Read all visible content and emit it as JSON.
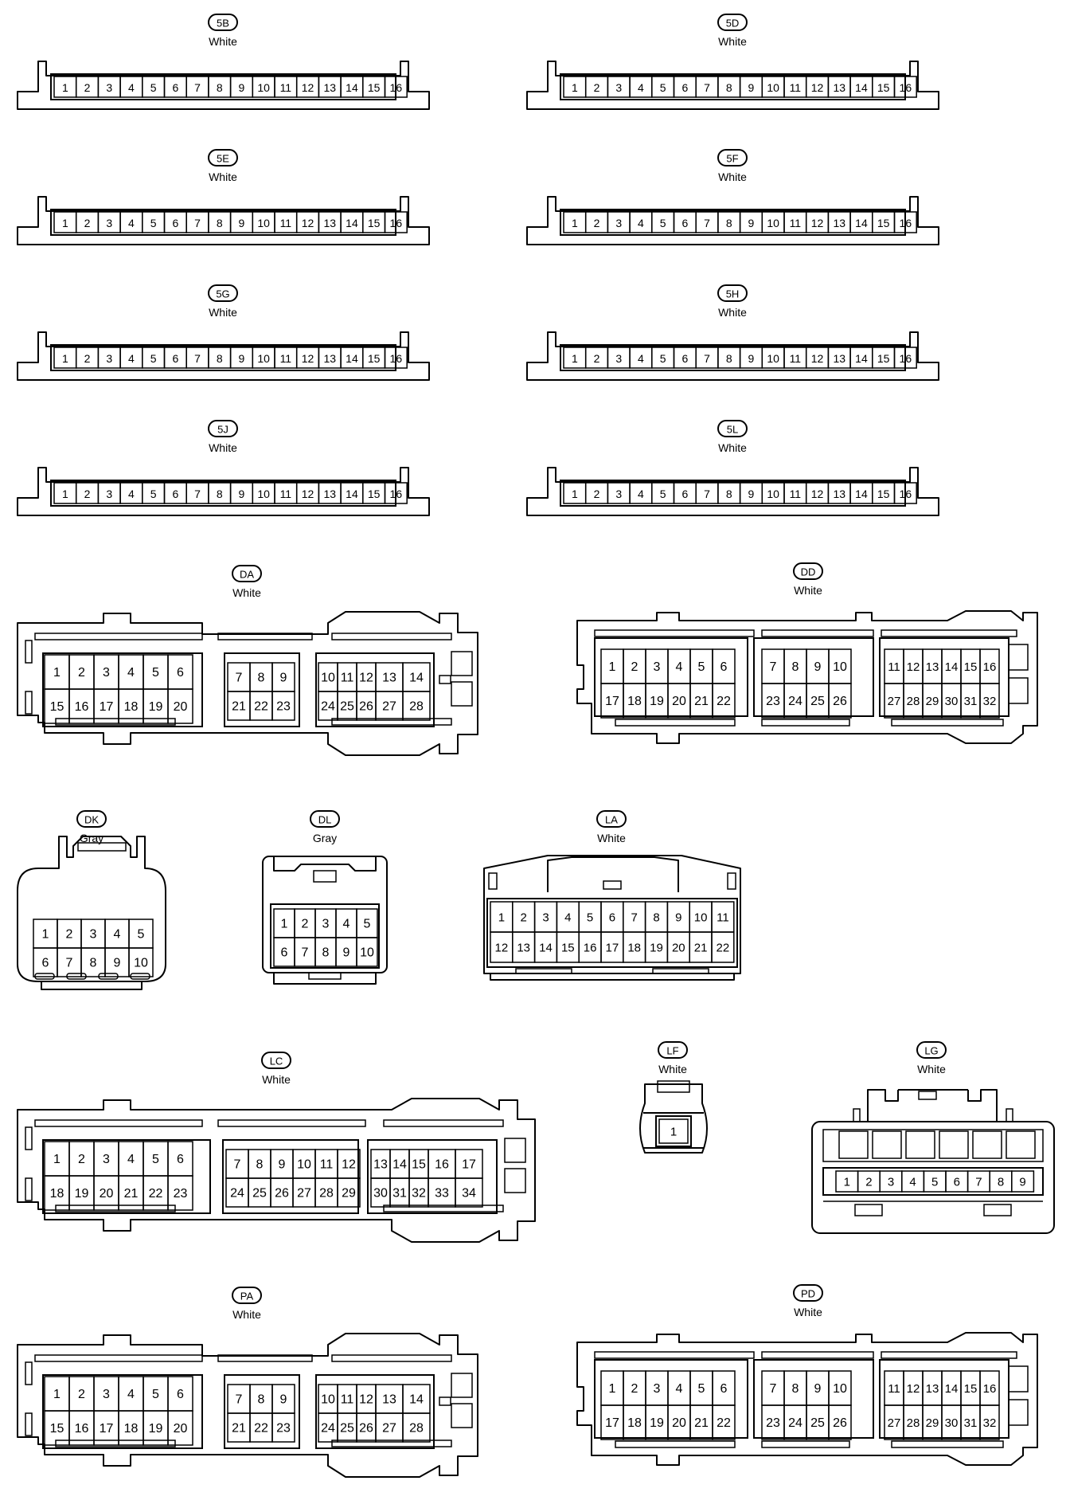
{
  "connectors": [
    {
      "id": "5B",
      "color": "White",
      "pins": [
        [
          "1",
          "2",
          "3",
          "4",
          "5",
          "6",
          "7",
          "8",
          "9",
          "10",
          "11",
          "12",
          "13",
          "14",
          "15",
          "16"
        ]
      ]
    },
    {
      "id": "5D",
      "color": "White",
      "pins": [
        [
          "1",
          "2",
          "3",
          "4",
          "5",
          "6",
          "7",
          "8",
          "9",
          "10",
          "11",
          "12",
          "13",
          "14",
          "15",
          "16"
        ]
      ]
    },
    {
      "id": "5E",
      "color": "White",
      "pins": [
        [
          "1",
          "2",
          "3",
          "4",
          "5",
          "6",
          "7",
          "8",
          "9",
          "10",
          "11",
          "12",
          "13",
          "14",
          "15",
          "16"
        ]
      ]
    },
    {
      "id": "5F",
      "color": "White",
      "pins": [
        [
          "1",
          "2",
          "3",
          "4",
          "5",
          "6",
          "7",
          "8",
          "9",
          "10",
          "11",
          "12",
          "13",
          "14",
          "15",
          "16"
        ]
      ]
    },
    {
      "id": "5G",
      "color": "White",
      "pins": [
        [
          "1",
          "2",
          "3",
          "4",
          "5",
          "6",
          "7",
          "8",
          "9",
          "10",
          "11",
          "12",
          "13",
          "14",
          "15",
          "16"
        ]
      ]
    },
    {
      "id": "5H",
      "color": "White",
      "pins": [
        [
          "1",
          "2",
          "3",
          "4",
          "5",
          "6",
          "7",
          "8",
          "9",
          "10",
          "11",
          "12",
          "13",
          "14",
          "15",
          "16"
        ]
      ]
    },
    {
      "id": "5J",
      "color": "White",
      "pins": [
        [
          "1",
          "2",
          "3",
          "4",
          "5",
          "6",
          "7",
          "8",
          "9",
          "10",
          "11",
          "12",
          "13",
          "14",
          "15",
          "16"
        ]
      ]
    },
    {
      "id": "5L",
      "color": "White",
      "pins": [
        [
          "1",
          "2",
          "3",
          "4",
          "5",
          "6",
          "7",
          "8",
          "9",
          "10",
          "11",
          "12",
          "13",
          "14",
          "15",
          "16"
        ]
      ]
    },
    {
      "id": "DA",
      "color": "White",
      "blocks": [
        [
          [
            "1",
            "2",
            "3",
            "4",
            "5",
            "6"
          ],
          [
            "15",
            "16",
            "17",
            "18",
            "19",
            "20"
          ]
        ],
        [
          [
            "7",
            "8",
            "9"
          ],
          [
            "21",
            "22",
            "23"
          ]
        ],
        [
          [
            "10",
            "11",
            "12",
            "13",
            "14"
          ],
          [
            "24",
            "25",
            "26",
            "27",
            "28"
          ]
        ]
      ]
    },
    {
      "id": "DD",
      "color": "White",
      "blocks": [
        [
          [
            "1",
            "2",
            "3",
            "4",
            "5",
            "6"
          ],
          [
            "17",
            "18",
            "19",
            "20",
            "21",
            "22"
          ]
        ],
        [
          [
            "7",
            "8",
            "9",
            "10"
          ],
          [
            "23",
            "24",
            "25",
            "26"
          ]
        ],
        [
          [
            "11",
            "12",
            "13",
            "14",
            "15",
            "16"
          ],
          [
            "27",
            "28",
            "29",
            "30",
            "31",
            "32"
          ]
        ]
      ]
    },
    {
      "id": "DK",
      "color": "Gray",
      "pins": [
        [
          "1",
          "2",
          "3",
          "4",
          "5"
        ],
        [
          "6",
          "7",
          "8",
          "9",
          "10"
        ]
      ]
    },
    {
      "id": "DL",
      "color": "Gray",
      "pins": [
        [
          "1",
          "2",
          "3",
          "4",
          "5"
        ],
        [
          "6",
          "7",
          "8",
          "9",
          "10"
        ]
      ]
    },
    {
      "id": "LA",
      "color": "White",
      "pins": [
        [
          "1",
          "2",
          "3",
          "4",
          "5",
          "6",
          "7",
          "8",
          "9",
          "10",
          "11"
        ],
        [
          "12",
          "13",
          "14",
          "15",
          "16",
          "17",
          "18",
          "19",
          "20",
          "21",
          "22"
        ]
      ]
    },
    {
      "id": "LC",
      "color": "White",
      "blocks": [
        [
          [
            "1",
            "2",
            "3",
            "4",
            "5",
            "6"
          ],
          [
            "18",
            "19",
            "20",
            "21",
            "22",
            "23"
          ]
        ],
        [
          [
            "7",
            "8",
            "9",
            "10",
            "11",
            "12"
          ],
          [
            "24",
            "25",
            "26",
            "27",
            "28",
            "29"
          ]
        ],
        [
          [
            "13",
            "14",
            "15",
            "16",
            "17"
          ],
          [
            "30",
            "31",
            "32",
            "33",
            "34"
          ]
        ]
      ]
    },
    {
      "id": "LF",
      "color": "White",
      "pins": [
        [
          "1"
        ]
      ]
    },
    {
      "id": "LG",
      "color": "White",
      "pins": [
        [
          "1",
          "2",
          "3",
          "4",
          "5",
          "6",
          "7",
          "8",
          "9"
        ]
      ]
    },
    {
      "id": "PA",
      "color": "White",
      "blocks": [
        [
          [
            "1",
            "2",
            "3",
            "4",
            "5",
            "6"
          ],
          [
            "15",
            "16",
            "17",
            "18",
            "19",
            "20"
          ]
        ],
        [
          [
            "7",
            "8",
            "9"
          ],
          [
            "21",
            "22",
            "23"
          ]
        ],
        [
          [
            "10",
            "11",
            "12",
            "13",
            "14"
          ],
          [
            "24",
            "25",
            "26",
            "27",
            "28"
          ]
        ]
      ]
    },
    {
      "id": "PD",
      "color": "White",
      "blocks": [
        [
          [
            "1",
            "2",
            "3",
            "4",
            "5",
            "6"
          ],
          [
            "17",
            "18",
            "19",
            "20",
            "21",
            "22"
          ]
        ],
        [
          [
            "7",
            "8",
            "9",
            "10"
          ],
          [
            "23",
            "24",
            "25",
            "26"
          ]
        ],
        [
          [
            "11",
            "12",
            "13",
            "14",
            "15",
            "16"
          ],
          [
            "27",
            "28",
            "29",
            "30",
            "31",
            "32"
          ]
        ]
      ]
    }
  ]
}
